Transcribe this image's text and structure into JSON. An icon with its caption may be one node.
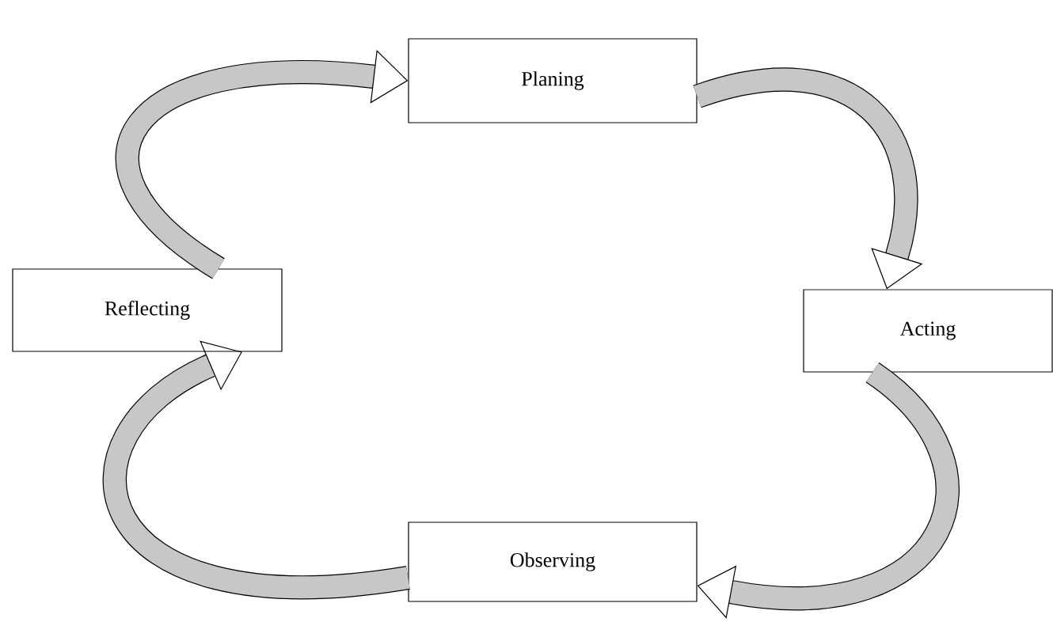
{
  "diagram": {
    "nodes": [
      {
        "text": [
          "Planing"
        ]
      },
      {
        "text": [
          "Acting"
        ]
      },
      {
        "text": [
          "Observing"
        ]
      },
      {
        "text": [
          "Reflecting"
        ]
      }
    ],
    "edges": [
      {
        "from": 3,
        "to": 0,
        "arrow": "to"
      },
      {
        "from": 0,
        "to": 1,
        "arrow": "to"
      },
      {
        "from": 1,
        "to": 2,
        "arrow": "to"
      },
      {
        "from": 2,
        "to": 3,
        "arrow": "to"
      }
    ]
  }
}
